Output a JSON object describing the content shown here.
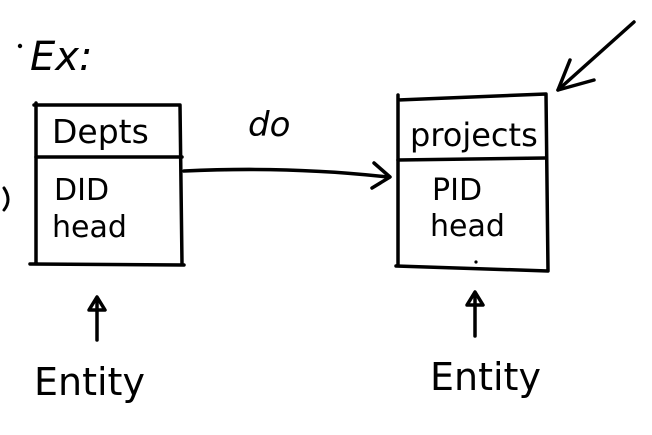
{
  "example_label": "Ex:",
  "relationship_label": "do",
  "entities": [
    {
      "title": "Depts",
      "attributes": [
        "DID",
        "head"
      ],
      "caption": "Entity"
    },
    {
      "title": "projects",
      "attributes": [
        "PID",
        "head"
      ],
      "caption": "Entity"
    }
  ]
}
